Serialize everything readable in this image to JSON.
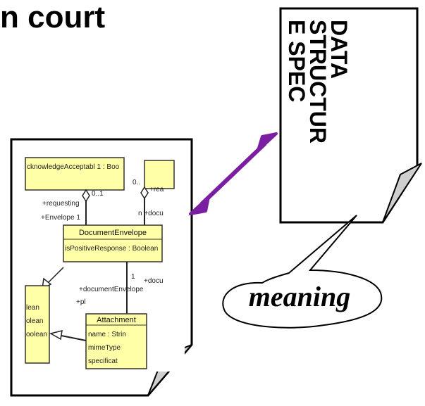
{
  "title": "n court",
  "spec_doc": {
    "lines": [
      "DATA",
      "STRUCTUR",
      "E SPEC"
    ]
  },
  "callout": {
    "text": "meaning"
  },
  "uml": {
    "top_left_label": "cknowledgeAcceptabl  1 : Boo",
    "top_right_label": "0..",
    "multiplicity_0_1": "0..1",
    "rea_label": "+rea",
    "requesting_label": "+requesting",
    "envelope_label": "+Envelope 1",
    "n_docu_label": "n +docu",
    "document_envelope": {
      "name": "DocumentEnvelope",
      "attribute": "isPositiveResponse : Boolean"
    },
    "doc_label_1": "+docu",
    "doc_label_2": "+documentEnvelope",
    "pl_label": "+pl",
    "one_label": "1",
    "attachment": {
      "name": "Attachment",
      "attributes": [
        "name : Strin",
        "mimeType",
        "specificat"
      ]
    },
    "left_box_lines": [
      "lean",
      "olean",
      "oolean"
    ]
  },
  "colors": {
    "arrow": "#7b1fa2",
    "uml_fill": "#ffffa8",
    "page_fill": "#ffffff",
    "fold_fill": "#cfcfcf"
  }
}
